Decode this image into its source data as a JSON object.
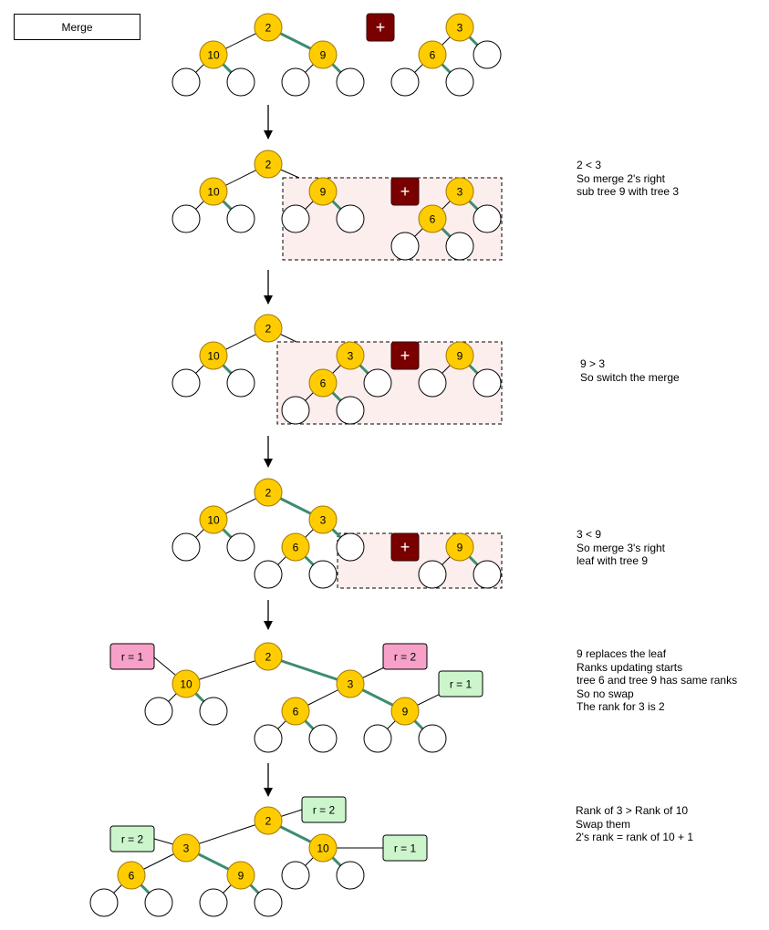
{
  "title": "Merge",
  "plus_symbol": "+",
  "colors": {
    "node_fill": "#ffcc00",
    "node_stroke": "#a07800",
    "right_edge": "#3c8c6e",
    "plus_bg": "#7a0000",
    "highlight_fill": "#fdeeee",
    "rank_pink": "#f7a1c9",
    "rank_green": "#ccf5cc"
  },
  "steps": [
    {
      "note": [
        "2 < 3",
        "So merge 2's right",
        "sub tree 9 with tree 3"
      ]
    },
    {
      "note": [
        "9 > 3",
        "So switch the merge"
      ]
    },
    {
      "note": [
        "3 < 9",
        "So merge 3's right",
        "leaf with tree 9"
      ]
    },
    {
      "note": [
        "9 replaces the leaf",
        "Ranks updating starts",
        "tree 6 and tree 9 has same ranks",
        "So no swap",
        "The rank for 3 is 2"
      ]
    },
    {
      "note": [
        "Rank of 3 > Rank of 10",
        "Swap them",
        "2's rank = rank of 10 + 1"
      ]
    }
  ],
  "rank_labels": [
    "r = 1",
    "r = 2",
    "r = 1",
    "r = 2",
    "r = 2",
    "r = 1"
  ],
  "node_labels": {
    "s0": [
      "2",
      "10",
      "9",
      "3",
      "6"
    ],
    "s1": [
      "2",
      "10",
      "9",
      "3",
      "6"
    ],
    "s2": [
      "2",
      "10",
      "3",
      "6",
      "9"
    ],
    "s3": [
      "2",
      "10",
      "3",
      "6",
      "9"
    ],
    "s4": [
      "2",
      "10",
      "3",
      "6",
      "9"
    ],
    "s5": [
      "2",
      "3",
      "10",
      "6",
      "9"
    ]
  }
}
